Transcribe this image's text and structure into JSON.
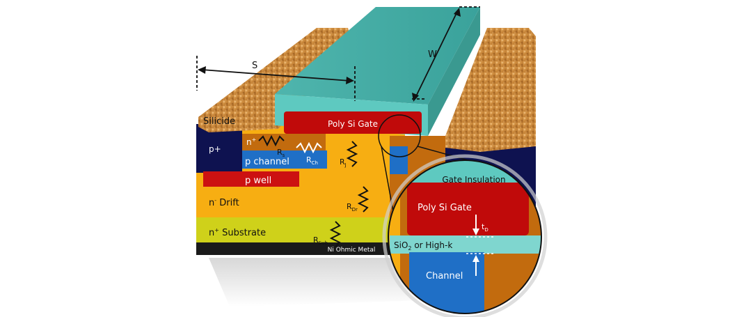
{
  "labels": {
    "silicide": "Silicide",
    "poly_gate": "Poly Si Gate",
    "p_plus": "p+",
    "n_plus_main": "n",
    "n_plus_sup": "+",
    "rs_main": "R",
    "rs_sub": "s",
    "rch_main": "R",
    "rch_sub": "Ch",
    "rj_main": "R",
    "rj_sub": "J",
    "rdr_main": "R",
    "rdr_sub": "Dr",
    "rsub_main": "R",
    "rsub_sub": "Sub",
    "p_channel": "p channel",
    "p_well": "p well",
    "n_drift_main": "n",
    "n_drift_sup": "-",
    "n_drift_rest": " Drift",
    "n_substrate_main": "n",
    "n_substrate_sup": "+",
    "n_substrate_rest": " Substrate",
    "ni_metal": "Ni Ohmic Metal",
    "dim_s": "S",
    "dim_w": "W",
    "zoom_gate_insulation": "Gate Insulation",
    "zoom_poly_gate": "Poly Si Gate",
    "zoom_tox_main": "t",
    "zoom_tox_sub": "D",
    "zoom_sio2_a": "SiO",
    "zoom_sio2_sub": "2",
    "zoom_sio2_b": " or High-k",
    "zoom_channel": "Channel"
  },
  "colors": {
    "navy": "#0e1250",
    "silicide": "#c98a3a",
    "cyan": "#5ec9c0",
    "gate_red": "#c00a0a",
    "drift_orange": "#f7ae12",
    "source_orange": "#c26b0e",
    "channel_blue": "#1f6fc6",
    "pwell_red": "#cc1111",
    "substrate_yellow": "#cfd11a",
    "metal_black": "#1a1a1a"
  }
}
